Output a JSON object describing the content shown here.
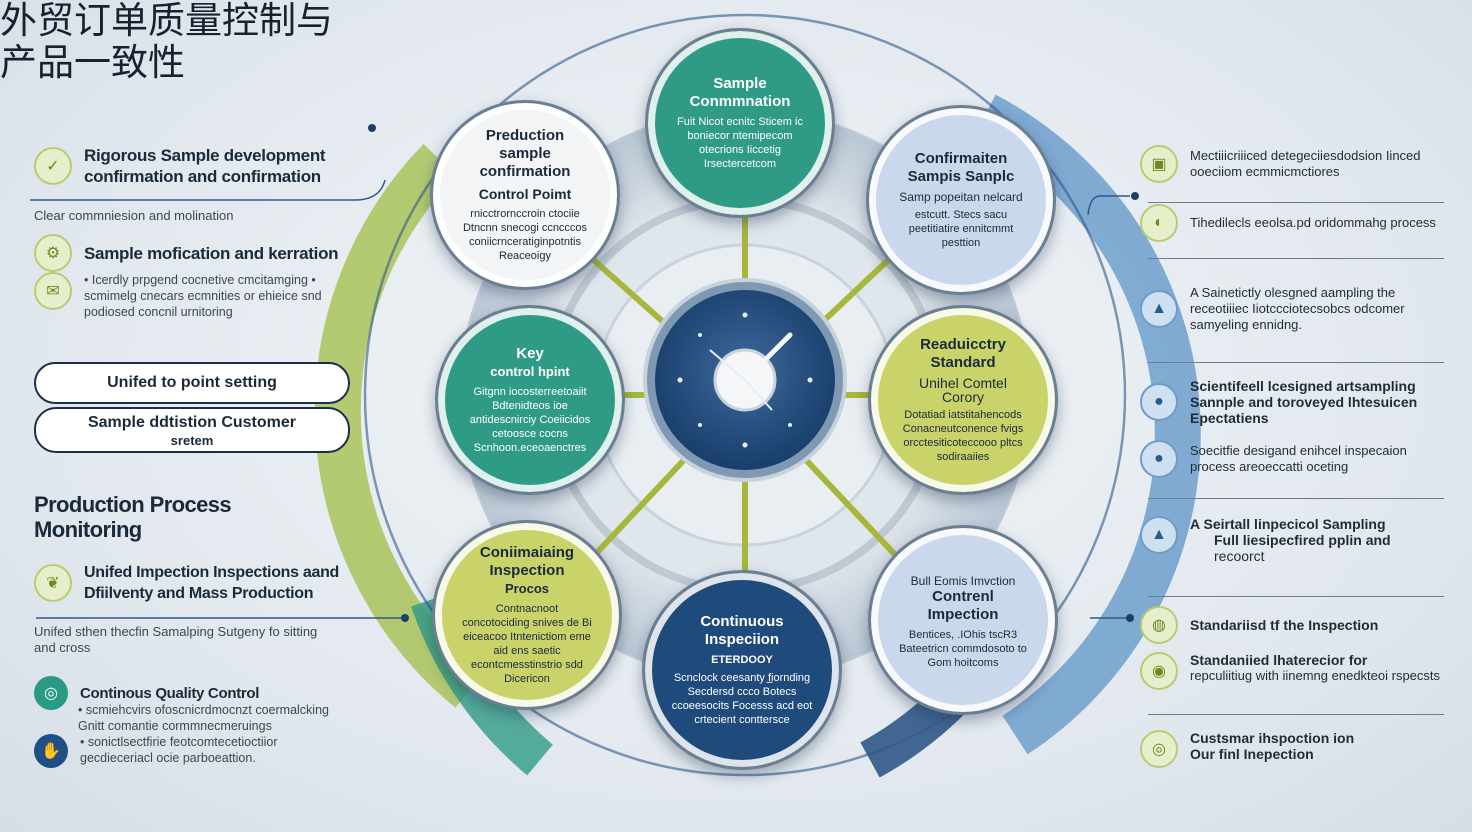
{
  "title": "外贸订单质量控制与产品一致性",
  "left": {
    "item1": "Rigorous Sample development confirmation and confirmation",
    "line1": "Clear commniesion and molination",
    "item2": "Sample mofication and kerration",
    "item2_sub": "• Icerdly prpgend cocnetive cmcitamging • scmimelg cnecars ecmnities or ehieice snd podiosed concnil urnitoring",
    "pill1": "Unifed to point setting",
    "pill2_line1": "Sample ddtistion Customer",
    "pill2_line2": "sretem",
    "section": "Production Process Monitoring",
    "item3": "Unifed Impection Inspections aand Dfiilventy and Mass Production",
    "item3_sub": "Unifed sthen thecfin Samalping Sutgeny fo sitting and cross",
    "item4": "Continous Quality Control",
    "item4_sub1": "• scmiehcvirs ofoscnicrdmocnzt coermalcking Gnitt comantie cormmnecmeruings",
    "item4_sub2": "• sonictlsectfirie feotcomtecetioctiior gecdieceriacl ocie parboeattion."
  },
  "nodes": {
    "top": {
      "h": "Sample Conmmnation",
      "s": "Fuit Nicot ecnitc Sticem ic boniecor ntemipecom otecrions Iiccetig Irsectercetcom"
    },
    "upper_left": {
      "h": "Preduction sample confirmation",
      "h2": "Control Poimt",
      "s": "rnicctrornccroin ctociie Dtncnn snecogi ccncccos coniicrnceratiginpotntis Reaceoigy"
    },
    "upper_right": {
      "h": "Confirmaiten Sampis Sanplc",
      "s": "Samp popeitan nelcard",
      "s2": "estcutt. Stecs sacu peetitiatire ennitcmmt pesttion"
    },
    "mid_left": {
      "h": "Key",
      "h2": "control hpint",
      "s": "Gitgnn iocosterreetoaiit Bdtenidteos ioe antidescnirciy Coeiicidos cetoosce cocns Scnhoon.eceoaenctres"
    },
    "mid_right": {
      "h": "Readuicctry Standard",
      "h2": "Unihel Comtel Corory",
      "s": "Dotatiad iatstitahencods Conacneutconence fvigs orcctesiticoteccooo pltcs sodiraaiies"
    },
    "lower_left": {
      "h": "Coniimaiaing Inspection",
      "h2": "Procos",
      "s": "Contnacnoot concotociding snives de Bi eiceacoo Itntenictiom eme aid ens saetic econtcmesstinstrio sdd Dicericon"
    },
    "bottom": {
      "h": "Continuous Inspeciion",
      "h2": "ETERDOOY",
      "s": "Scnclock ceesanty f̲iornding Secdersd ccco Botecs ccoeesocits Focesss acd eot crtecient conttersce"
    },
    "lower_right": {
      "h0": "Bull Eomis Imvction",
      "h": "Contrenl Impection",
      "s": "Bentices, .IOhis tscR3 Bateetricn commdosoto to Gom hoitcoms"
    }
  },
  "right": {
    "r1": "Mectiiicriiiced detegeciiesdodsion Iinced ooeciiom ecmmicmctiores",
    "r2": "Tihedilecls eeolsa.pd oridommahg process",
    "r3": "A Sainetictly olesgned aampling the receotiiiec Iiotccciotecsobcs odcomer samyeling ennidng.",
    "r4": "Scientifeell lcesigned artsampling Sannple and toroveyed lhtesuicen Epectatiens",
    "r5": "Soecitfie desigand enihcel inspecaion process areoeccatti oceting",
    "r6_l1": "A Seirtall linpecicol Sampling",
    "r6_l2": "Full liesipecfired pplin and",
    "r6_l3": "recoorct",
    "r7": "Standariisd tf the Inspection",
    "r8_l1": "Standaniied lhaterecior for",
    "r8_l2": "repculiitiug with iinemng enedkteoi rspecsts",
    "r9_l1": "Custsmar ihspoction ion",
    "r9_l2": "Our finl Inepection"
  },
  "colors": {
    "navy": "#1f4a7c",
    "teal": "#2f9b86",
    "lime": "#c9d36a",
    "lightblue": "#c9d8ec"
  }
}
